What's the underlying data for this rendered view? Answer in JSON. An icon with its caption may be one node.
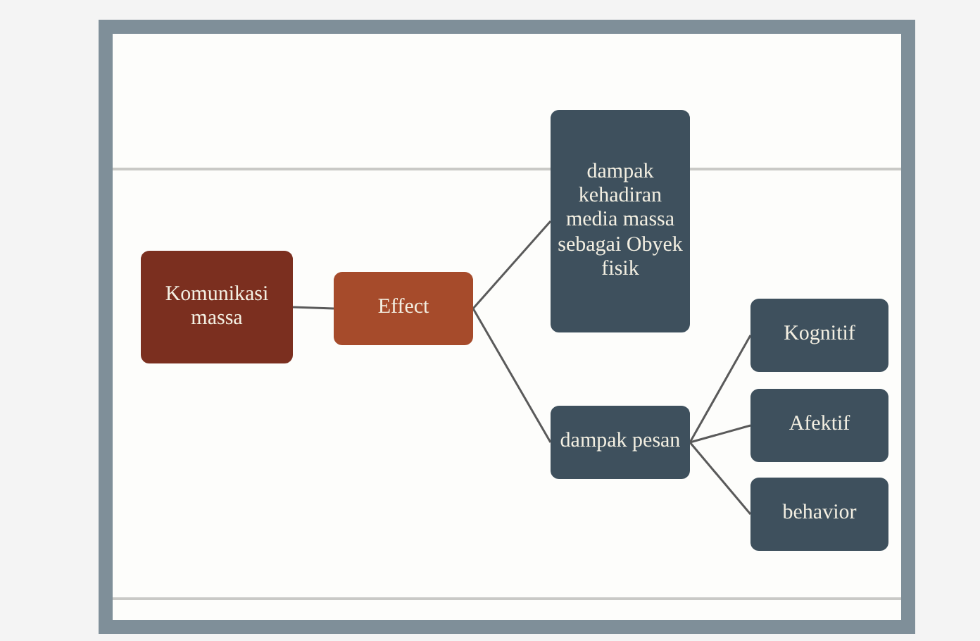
{
  "diagram": {
    "nodes": [
      {
        "text": [
          "Komunikasi massa"
        ]
      },
      {
        "text": [
          "Effect"
        ]
      },
      {
        "text": [
          "dampak kehadiran media massa sebagai Obyek fisik"
        ]
      },
      {
        "text": [
          "dampak pesan"
        ]
      },
      {
        "text": [
          "Kognitif"
        ]
      },
      {
        "text": [
          "Afektif"
        ]
      },
      {
        "text": [
          "behavior"
        ]
      }
    ],
    "edges": [
      {
        "from": 0,
        "to": 1,
        "arrow": "none"
      },
      {
        "from": 1,
        "to": 2,
        "arrow": "none"
      },
      {
        "from": 1,
        "to": 3,
        "arrow": "none"
      },
      {
        "from": 3,
        "to": 4,
        "arrow": "none"
      },
      {
        "from": 3,
        "to": 5,
        "arrow": "none"
      },
      {
        "from": 3,
        "to": 6,
        "arrow": "none"
      }
    ]
  }
}
